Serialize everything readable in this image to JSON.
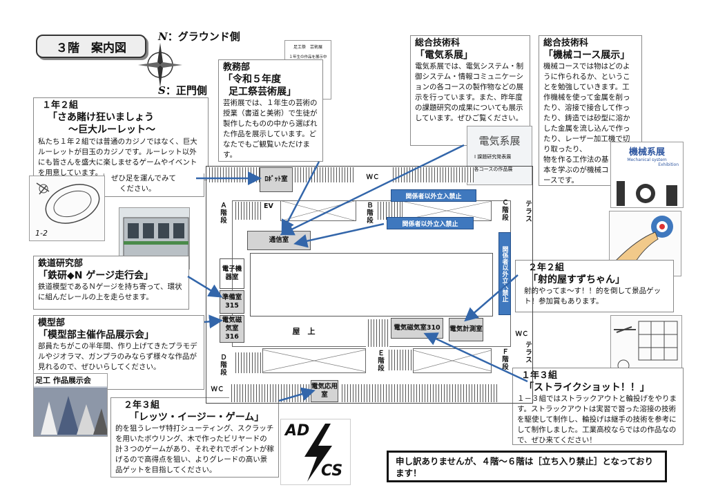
{
  "header": {
    "title": "３階　案内図",
    "north_letter": "N",
    "north_label": "：グラウンド側",
    "south_letter": "S",
    "south_label": "：正門側"
  },
  "exhibits": {
    "c12": {
      "group": "１年２組",
      "title1": "「さあ賭け狂いましょう",
      "title2": "～巨大ルーレット～",
      "desc": "私たち１年２組では普通のカジノではなく、巨大ルーレットが目玉のカジノです。ルーレット以外にも皆さんを盛大に楽しませるゲームやイベントを用意しています。",
      "desc2a": "ぜひ足を運んでみて",
      "desc2b": "ください。",
      "note": "1-2"
    },
    "kyomu": {
      "group": "教務部",
      "title1": "「令和５年度",
      "title2": "足工祭芸術展」",
      "desc": "芸術展では、１年生の芸術の授業（書道と美術）で生徒が製作したものの中から選ばれた作品を展示しています。どなたでもご観覧いただけます。",
      "poster1": "足工祭　芸術展",
      "poster2": "１年生の作品を展示中"
    },
    "denki": {
      "group": "総合技術科",
      "title": "「電気系展」",
      "desc": "電気系展では、電気システム・制御システム・情報コミュニケーションの各コースの製作物などの展示を行っています。また、昨年度の課題研究の成果についても展示しています。ぜひご覧ください。",
      "sign_title": "電気系展",
      "sign1": "Ⅰ 課題研究発表展",
      "sign2": "Ⅱ 各コースの作品展"
    },
    "kikai": {
      "group": "総合技術科",
      "title": "「機械コース展示」",
      "desc": "機械コースでは物はどのように作られるか、ということを勉強していきます。工作機械を使って金属を削ったり、溶接で接合して作ったり、鋳造では砂型に溶かした金属を流し込んで作ったり、レーザー加工機で切り取ったり、",
      "desc2": "物を作る工作法の基本を学ぶのが機械コースです。",
      "logo": "機械系展",
      "logo_sub1": "Mechanical system",
      "logo_sub2": "Exhibition"
    },
    "tetsudo": {
      "group": "鉄道研究部",
      "title": "「鉄研◆N ゲージ走行会」",
      "desc": "鉄道模型であるＮゲージを持ち寄って、環状に組んだレールの上を走らせます。"
    },
    "mokei": {
      "group": "模型部",
      "title": "「模型部主催作品展示会」",
      "desc": "部員たちがこの半年間、作り上げてきたプラモデルやジオラマ、ガンプラのみならず様々な作品が見れるので、ぜひいらしてください。",
      "photo_label": "足工 作品展示会"
    },
    "c22": {
      "group": "２年２組",
      "title": "「射的屋すずちゃん」",
      "desc": "射的やってま～す！！的を倒して景品ゲット！参加賞もあります。"
    },
    "c23": {
      "group": "２年３組",
      "title": "「レッツ・イージー・ゲーム」",
      "desc": "的を狙うレーザ特打シューティング、スクラッチを用いたボウリング、木で作ったビリヤードの計３つのゲームがあり、それぞれでポイントが稼げるので高得点を狙い、よりグレードの高い景品ゲットを目指してください。",
      "logo_top": "AD",
      "logo_bottom": "CS"
    },
    "c13": {
      "group": "１年３組",
      "title": "「ストライクショット！！」",
      "desc": "１－３組ではストラックアウトと輪投げをやります。ストラックアウトは実習で習った溶接の技術を駆使して制作し、輪投げは継手の技術を参考にして制作しました。工業高校ならではの作品なので、ぜひ来てください！"
    }
  },
  "map": {
    "robot": "ﾛﾎﾞｯﾄ室",
    "wc": "ＷＣ",
    "ev": "EV",
    "stair_a": "Ａ階段",
    "stair_b": "Ｂ階段",
    "stair_c": "Ｃ階段",
    "stair_d": "Ｄ階段",
    "stair_e": "Ｅ階段",
    "stair_f": "Ｆ階段",
    "terrace": "テラス",
    "tsushin": "通信室",
    "denshi": "電子機器室",
    "junbi": "準備室315",
    "denki316": "電気磁気室316",
    "okujo": "屋　上",
    "denki310": "電気磁気室310",
    "keisoku": "電気計測室",
    "oyo": "電気応用室",
    "ban1": "関係者以外立入禁止",
    "ban2": "関係者以外立入禁止",
    "ban3": "関係者以外立入禁止"
  },
  "notice": "申し訳ありませんが、４階～６階は［立ち入り禁止］となっております！",
  "colors": {
    "accent": "#3f78be",
    "arrow": "#3366aa"
  }
}
